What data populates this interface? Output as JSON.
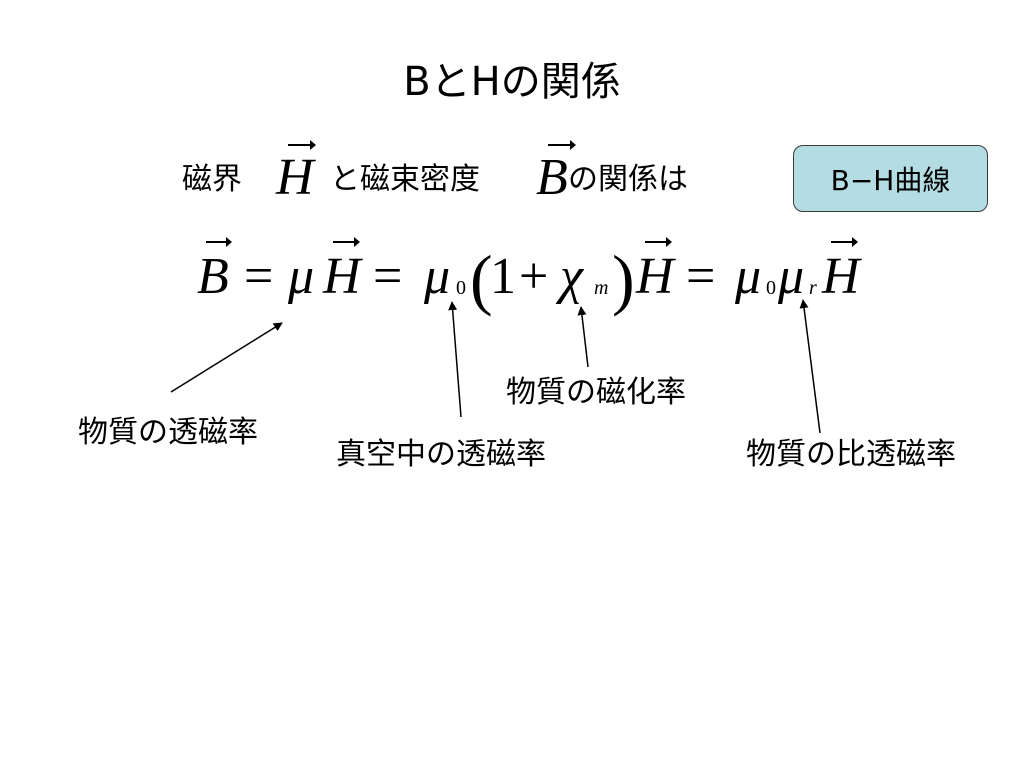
{
  "slide": {
    "title": "BとHの関係",
    "intro": {
      "text1": "磁界",
      "symbol_h": "H",
      "text2": "と磁束密度",
      "symbol_b": "B",
      "text3": "の関係は"
    },
    "button_label": "B−H曲線",
    "equation": {
      "B": "B",
      "eq": "=",
      "mu": "μ",
      "H": "H",
      "zero": "0",
      "lparen": "(",
      "one": "1",
      "plus": "+",
      "chi": "χ",
      "m": "m",
      "rparen": ")",
      "r": "r"
    },
    "labels": {
      "permeability": "物質の透磁率",
      "vacuum_permeability": "真空中の透磁率",
      "susceptibility": "物質の磁化率",
      "relative_permeability": "物質の比透磁率"
    }
  }
}
